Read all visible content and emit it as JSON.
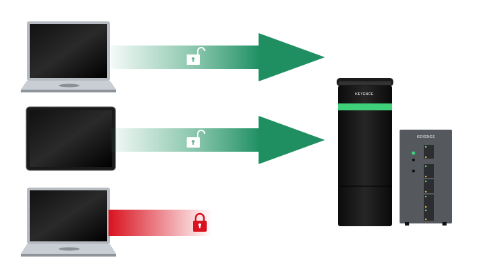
{
  "logos": {
    "tower": "KEYENCE",
    "switch": "KEYENCE"
  },
  "colors": {
    "allowed": "#2f9a6e",
    "blocked": "#d9121f",
    "tower_band": "#3fd07a"
  },
  "devices": [
    {
      "type": "laptop",
      "access": "allowed",
      "icon": "unlocked-padlock-icon"
    },
    {
      "type": "tablet",
      "access": "allowed",
      "icon": "unlocked-padlock-icon"
    },
    {
      "type": "laptop",
      "access": "blocked",
      "icon": "locked-padlock-icon"
    }
  ]
}
